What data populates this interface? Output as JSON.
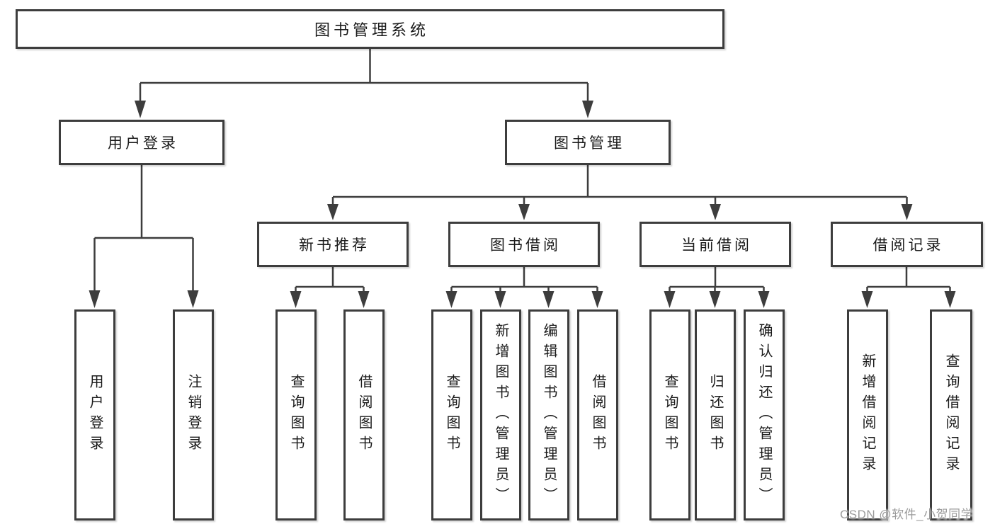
{
  "nodes": {
    "root": {
      "label": "图书管理系统"
    },
    "level2": [
      {
        "label": "用户登录"
      },
      {
        "label": "图书管理"
      }
    ],
    "level3": [
      {
        "label": "新书推荐"
      },
      {
        "label": "图书借阅"
      },
      {
        "label": "当前借阅"
      },
      {
        "label": "借阅记录"
      }
    ],
    "level4": [
      {
        "label": "用户登录"
      },
      {
        "label": "注销登录"
      },
      {
        "label": "查询图书"
      },
      {
        "label": "借阅图书"
      },
      {
        "label": "查询图书"
      },
      {
        "label": "新增图书（管理员）"
      },
      {
        "label": "编辑图书（管理员）"
      },
      {
        "label": "借阅图书"
      },
      {
        "label": "查询图书"
      },
      {
        "label": "归还图书"
      },
      {
        "label": "确认归还（管理员）"
      },
      {
        "label": "新增借阅记录"
      },
      {
        "label": "查询借阅记录"
      }
    ]
  },
  "watermark": {
    "text": "CSDN @软件_小贺同学"
  },
  "colors": {
    "line": "#3d3d3d",
    "text": "#1a1a1a",
    "box_fill": "#ffffff",
    "background": "#ffffff",
    "watermark": "#9b9b9b"
  }
}
